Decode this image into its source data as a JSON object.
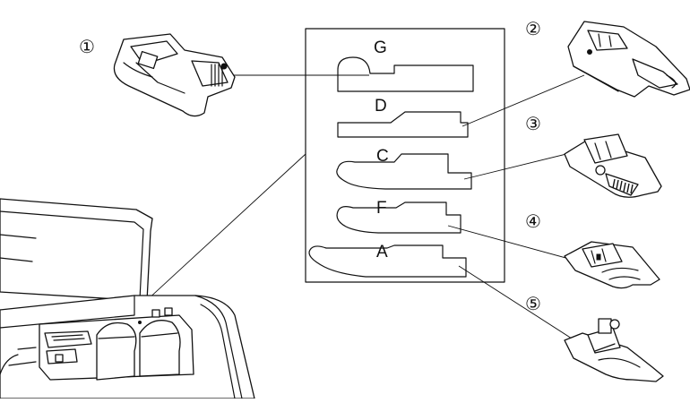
{
  "diagram": {
    "callouts": [
      {
        "id": "1",
        "label": "①"
      },
      {
        "id": "2",
        "label": "②"
      },
      {
        "id": "3",
        "label": "③"
      },
      {
        "id": "4",
        "label": "④"
      },
      {
        "id": "5",
        "label": "⑤"
      }
    ],
    "slots": [
      {
        "id": "G",
        "label": "G"
      },
      {
        "id": "D",
        "label": "D"
      },
      {
        "id": "C",
        "label": "C"
      },
      {
        "id": "F",
        "label": "F"
      },
      {
        "id": "A",
        "label": "A"
      }
    ]
  },
  "colors": {
    "line": "#111111",
    "background": "#ffffff"
  }
}
